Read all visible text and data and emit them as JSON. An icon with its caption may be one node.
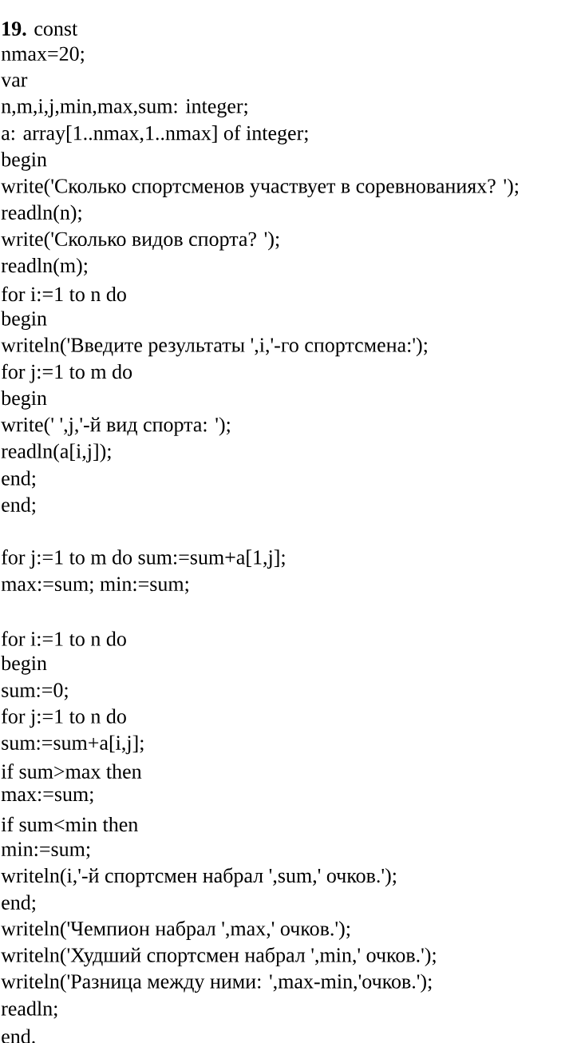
{
  "diagram": {
    "labels": [
      "**19.** const",
      "nmax=20;",
      "var",
      "n,m,i,j,min,max,sum: integer;",
      "a: array[1..nmax,1..nmax] of integer;",
      "begin",
      "write('Сколько спортсменов участвует в соревнованиях? ');",
      "readln(n);",
      "write('Сколько видов спорта? ');",
      "readln(m);",
      "for i:=1 to n do",
      "begin",
      "writeln('Введите результаты ',i,'-го спортсмена:');",
      "for j:=1 to m do",
      "begin",
      "write(' ',j,'-й вид спорта: ');",
      "readln(a[i,j]);",
      "end;",
      "end;",
      "for j:=1 to m do sum:=sum+a[1,j];",
      "max:=sum; min:=sum;",
      "for i:=1 to n do",
      "begin",
      "sum:=0;",
      "for j:=1 to n do",
      "sum:=sum+a[i,j];",
      "if sum>max then",
      "max:=sum;",
      "if sum<min then",
      "min:=sum;",
      "writeln(i,'-й спортсмен набрал ',sum,' очков.');",
      "end;",
      "writeln('Чемпион набрал ',max,' очков.');",
      "writeln('Худший спортсмен набрал ',min,' очков.');",
      "writeln('Разница между ними: ',max-min,'очков.');",
      "readln;",
      "end."
    ]
  }
}
